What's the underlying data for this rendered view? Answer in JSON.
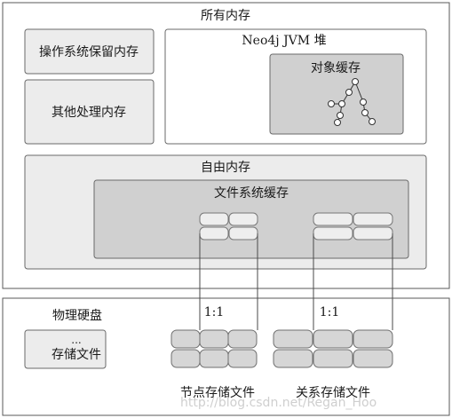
{
  "labels": {
    "all_memory": "所有内存",
    "os_reserved": "操作系统保留内存",
    "other_memory": "其他处理内存",
    "jvm_heap": "Neo4j JVM 堆",
    "object_cache": "对象缓存",
    "free_memory": "自由内存",
    "fs_cache": "文件系统缓存",
    "physical_disk": "物理硬盘",
    "ellipsis": "...",
    "store_files": "存储文件",
    "node_store": "节点存储文件",
    "rel_store": "关系存储文件",
    "ratio_left": "1:1",
    "ratio_right": "1:1"
  },
  "watermark": "http://blog.csdn.net/Regan_Hoo"
}
